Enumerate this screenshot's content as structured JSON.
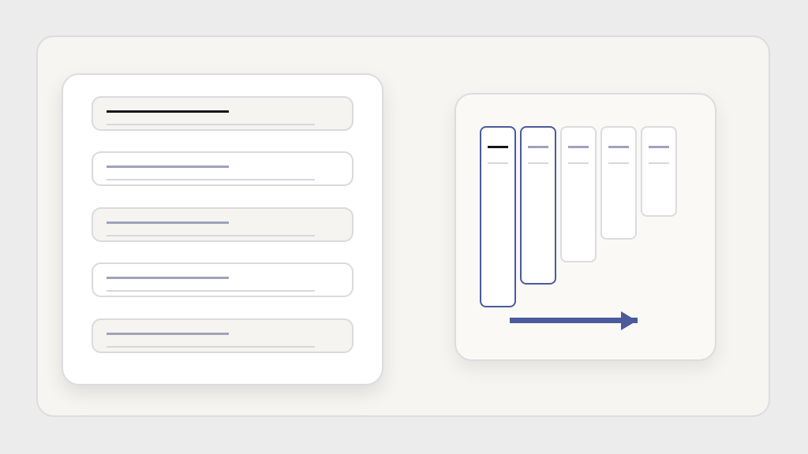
{
  "list": {
    "rows": [
      {
        "state": "selected",
        "style": "alt"
      },
      {
        "state": "normal",
        "style": "plain"
      },
      {
        "state": "normal",
        "style": "alt"
      },
      {
        "state": "normal",
        "style": "plain"
      },
      {
        "state": "normal",
        "style": "alt"
      }
    ]
  },
  "columns": {
    "items": [
      {
        "state": "active",
        "title": "dark"
      },
      {
        "state": "active",
        "title": "muted"
      },
      {
        "state": "inactive",
        "title": "muted"
      },
      {
        "state": "inactive",
        "title": "muted"
      },
      {
        "state": "inactive",
        "title": "muted"
      }
    ],
    "direction": "right"
  },
  "colors": {
    "accent": "#4a5a9c",
    "selected_line": "#151515",
    "muted_line": "#9fa3ba",
    "faint_line": "#d6d7df",
    "border": "#dcdce0",
    "panel_bg": "#f6f5f1"
  },
  "icons": {
    "arrow": "arrow-right-icon"
  }
}
